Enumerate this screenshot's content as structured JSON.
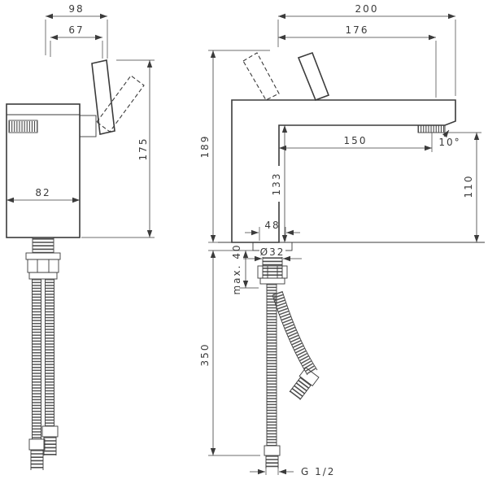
{
  "colors": {
    "background": "#ffffff",
    "line": "#3b3b3b"
  },
  "drawing": {
    "side_view": {
      "dim_98": "98",
      "dim_67": "67",
      "dim_175": "175",
      "dim_82": "82"
    },
    "front_view": {
      "dim_200": "200",
      "dim_176": "176",
      "dim_189": "189",
      "dim_133": "133",
      "dim_150": "150",
      "angle_10": "10°",
      "dim_110": "110",
      "dim_48": "48",
      "dia_32": "Ø32",
      "max_40": "max. 40",
      "dim_350": "350",
      "thread": "G 1/2"
    }
  }
}
